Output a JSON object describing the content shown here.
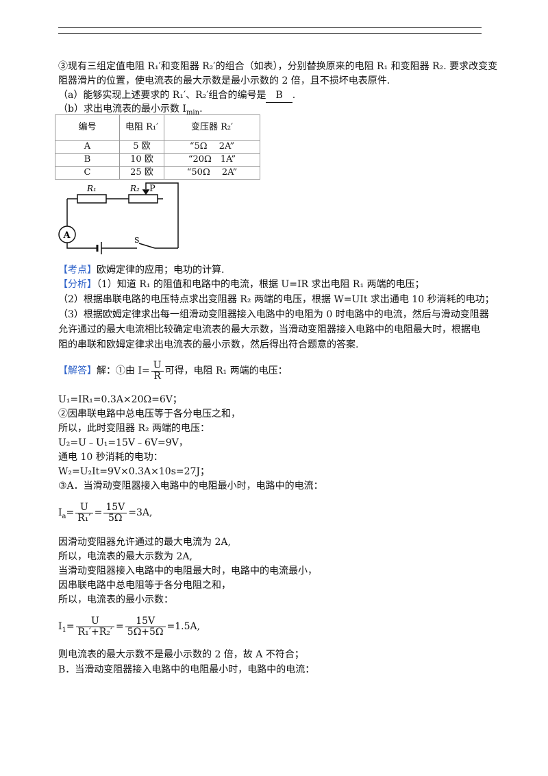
{
  "q3_line1": "③现有三组定值电阻 R₁′和变阻器 R₂′的组合（如表），分别替换原来的电阻 R₁ 和变阻器 R₂. 要求改变变",
  "q3_line2": "阻器滑片的位置，使电流表的最大示数是最小示数的 2 倍，且不损坏电表原件.",
  "qa_prefix": "（a）能够实现上述要求的 R₁′、R₂′组合的编号是",
  "qa_answer": "B",
  "qa_suffix": ".",
  "qb_text": "（b）求出电流表的最小示数 I",
  "qb_sub": "min",
  "qb_end": ".",
  "table": {
    "headers": [
      "编号",
      "电阻 R₁′",
      "变压器 R₂′"
    ],
    "rows": [
      [
        "A",
        "5 欧",
        "“5Ω　 2A”"
      ],
      [
        "B",
        "10 欧",
        "“20Ω　1A”"
      ],
      [
        "C",
        "25 欧",
        "“50Ω　 2A”"
      ]
    ]
  },
  "circuit": {
    "r1": "R₁",
    "r2": "R₂",
    "p": "P",
    "s": "S",
    "ammeter": "A"
  },
  "kaodian_tag": "【考点】",
  "kaodian_text": "欧姆定律的应用；电功的计算.",
  "fenxi_tag": "【分析】",
  "fenxi_1": "（1）知道 R₁ 的阻值和电路中的电流，根据 U=IR 求出电阻 R₁ 两端的电压；",
  "fenxi_2": "（2）根据串联电路的电压特点求出变阻器 R₂ 两端的电压，根据 W=UIt 求出通电 10 秒消耗的电功；",
  "fenxi_3a": "（3）根据欧姆定律求出每一组滑动变阻器接入电路中的电阻为 0 时电路中的电流，然后与滑动变阻器",
  "fenxi_3b": "允许通过的最大电流相比较确定电流表的最大示数，当滑动变阻器接入电路中的电阻最大时，根据电",
  "fenxi_3c": "阻的串联和欧姆定律求出电流表的最小示数，然后得出符合题意的答案.",
  "jieda_tag": "【解答】",
  "jieda_pre": "解：①由 I=",
  "jieda_frac_num": "U",
  "jieda_frac_den": "R",
  "jieda_post": "可得，电阻 R₁ 两端的电压：",
  "s1": "U₁=IR₁=0.3A×20Ω=6V；",
  "s2": "②因串联电路中总电压等于各分电压之和，",
  "s3": "所以，此时变阻器 R₂ 两端的电压：",
  "s4": "U₂=U﹣U₁=15V﹣6V=9V，",
  "s5": "通电 10 秒消耗的电功：",
  "s6": "W₂=U₂It=9V×0.3A×10s=27J；",
  "s7": "③A．当滑动变阻器接入电路中的电阻最小时，电路中的电流：",
  "ia_lhs": "I",
  "ia_sub": "a",
  "eq1": "=",
  "ia_f1_num": "U",
  "ia_f1_den": "R₁′",
  "ia_f2_num": "15V",
  "ia_f2_den": "5Ω",
  "ia_result": "=3A,",
  "s8": "因滑动变阻器允许通过的最大电流为 2A,",
  "s9": "所以，电流表的最大示数为 2A,",
  "s10": "当滑动变阻器接入电路中的电阻最大时，电路中的电流最小，",
  "s11": "因串联电路中总电阻等于各分电阻之和，",
  "s12": "所以，电流表的最小示数：",
  "i1_lhs": "I",
  "i1_sub": "1",
  "i1_f1_num": "U",
  "i1_f1_den": "R₁′+R₂′",
  "i1_f2_num": "15V",
  "i1_f2_den": "5Ω+5Ω",
  "i1_result": "=1.5A,",
  "s13": "则电流表的最大示数不是最小示数的 2 倍，故 A 不符合；",
  "s14": "B．当滑动变阻器接入电路中的电阻最小时，电路中的电流："
}
